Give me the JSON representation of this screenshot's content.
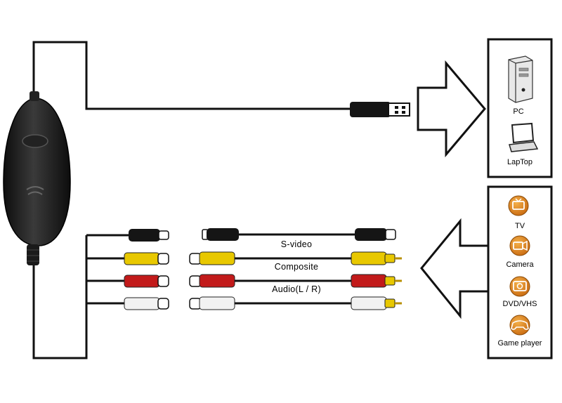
{
  "output_box": {
    "devices": [
      {
        "label": "PC",
        "icon": "pc-tower-icon"
      },
      {
        "label": "LapTop",
        "icon": "laptop-icon"
      }
    ]
  },
  "input_box": {
    "devices": [
      {
        "label": "TV",
        "icon": "tv-icon"
      },
      {
        "label": "Camera",
        "icon": "camera-icon"
      },
      {
        "label": "DVD/VHS",
        "icon": "dvd-vhs-icon"
      },
      {
        "label": "Game player",
        "icon": "game-controller-icon"
      }
    ]
  },
  "cables": [
    {
      "label": "S-video",
      "plug_color": "#1a1a1a"
    },
    {
      "label": "Composite",
      "plug_color": "#e8c800"
    },
    {
      "label": "Audio(L / R)",
      "plug_color": "#c21a1a"
    },
    {
      "label": "",
      "plug_color": "#f2f2f2"
    }
  ],
  "colors": {
    "device_icon_orange": "#e08a1e",
    "wire": "#111111",
    "capture_device_body": "#1c1c1c"
  }
}
